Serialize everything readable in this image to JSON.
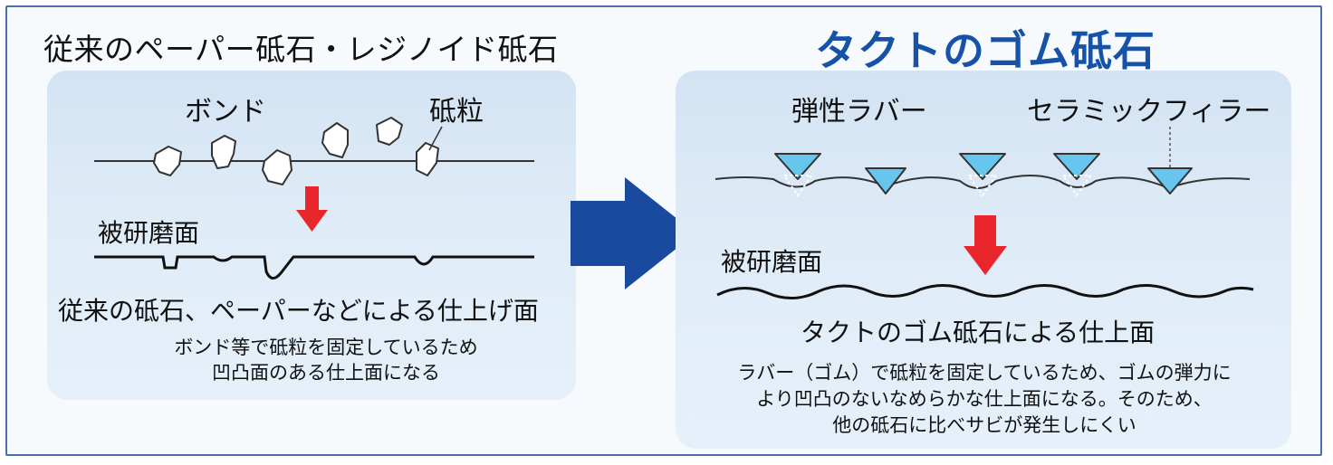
{
  "left": {
    "title": "従来のペーパー砥石・レジノイド砥石",
    "label_bond": "ボンド",
    "label_grain": "砥粒",
    "label_surface": "被研磨面",
    "caption": "従来の砥石、ペーパーなどによる仕上げ面",
    "note_line1": "ボンド等で砥粒を固定しているため",
    "note_line2": "凹凸面のある仕上面になる"
  },
  "right": {
    "title": "タクトのゴム砥石",
    "label_rubber": "弾性ラバー",
    "label_filler": "セラミックフィラー",
    "label_surface": "被研磨面",
    "caption": "タクトのゴム砥石による仕上面",
    "note_line1": "ラバー（ゴム）で砥粒を固定しているため、ゴムの弾力に",
    "note_line2": "より凹凸のないなめらかな仕上面になる。そのため、",
    "note_line3": "他の砥石に比べサビが発生しにくい"
  },
  "colors": {
    "title_right": "#1552a8",
    "arrow_red": "#e8262b",
    "arrow_blue": "#1a4a9e",
    "filler": "#66c6ee",
    "frame": "#4a6fb0"
  }
}
